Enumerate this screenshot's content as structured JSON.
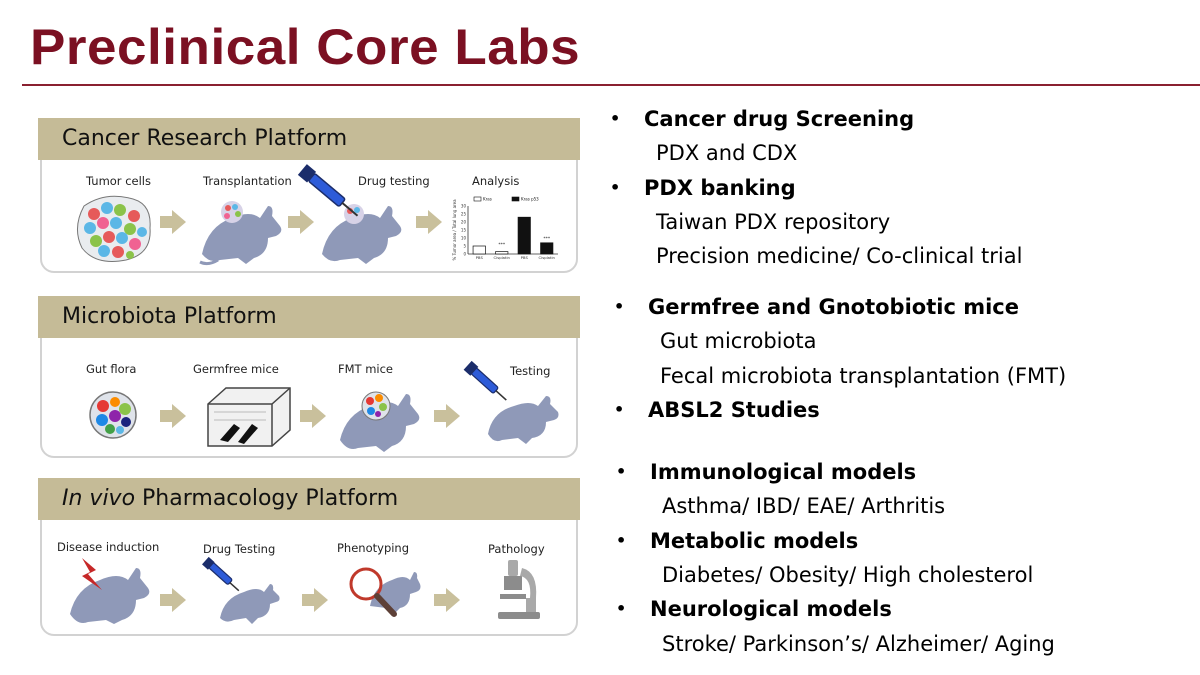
{
  "title": "Preclinical Core Labs",
  "colors": {
    "title": "#7b1022",
    "panel_header": "#c5bb97",
    "mouse": "#8f99b8",
    "arrow": "#c9c09c"
  },
  "panels": [
    {
      "header": "Cancer Research Platform",
      "steps": [
        "Tumor cells",
        "Transplantation",
        "Drug testing",
        "Analysis"
      ],
      "chart_data": {
        "type": "bar",
        "title": "",
        "ylabel": "% Tumor area / Total lung area",
        "ylim": [
          0,
          30
        ],
        "yticks": [
          "0",
          "5",
          "10",
          "15",
          "20",
          "25",
          "30"
        ],
        "categories": [
          "PBS",
          "Cisplatin",
          "PBS",
          "Cisplatin"
        ],
        "legend": [
          "Kras",
          "Kras p53"
        ],
        "values": [
          5,
          1.5,
          23,
          7
        ],
        "annotations": [
          "***",
          "***"
        ]
      }
    },
    {
      "header": "Microbiota Platform",
      "steps": [
        "Gut flora",
        "Germfree mice",
        "FMT mice",
        "Testing"
      ]
    },
    {
      "header_italic": "In vivo",
      "header": " Pharmacology Platform",
      "steps": [
        "Disease induction",
        "Drug Testing",
        "Phenotyping",
        "Pathology"
      ]
    }
  ],
  "bullets": [
    {
      "text": "Cancer drug Screening",
      "bold": true
    },
    {
      "text": "PDX and CDX",
      "bold": false
    },
    {
      "text": "PDX banking",
      "bold": true
    },
    {
      "text": "Taiwan PDX repository",
      "bold": false
    },
    {
      "text": "Precision medicine/ Co-clinical trial",
      "bold": false
    },
    {
      "text": "Germfree and Gnotobiotic mice",
      "bold": true
    },
    {
      "text": "Gut microbiota",
      "bold": false
    },
    {
      "text": "Fecal microbiota transplantation (FMT)",
      "bold": false
    },
    {
      "text": "ABSL2 Studies",
      "bold": true
    },
    {
      "text": "Immunological models",
      "bold": true
    },
    {
      "text": "Asthma/ IBD/ EAE/ Arthritis",
      "bold": false
    },
    {
      "text": "Metabolic models",
      "bold": true
    },
    {
      "text": "Diabetes/ Obesity/ High cholesterol",
      "bold": false
    },
    {
      "text": "Neurological models",
      "bold": true
    },
    {
      "text": "Stroke/ Parkinson’s/ Alzheimer/ Aging",
      "bold": false
    }
  ]
}
